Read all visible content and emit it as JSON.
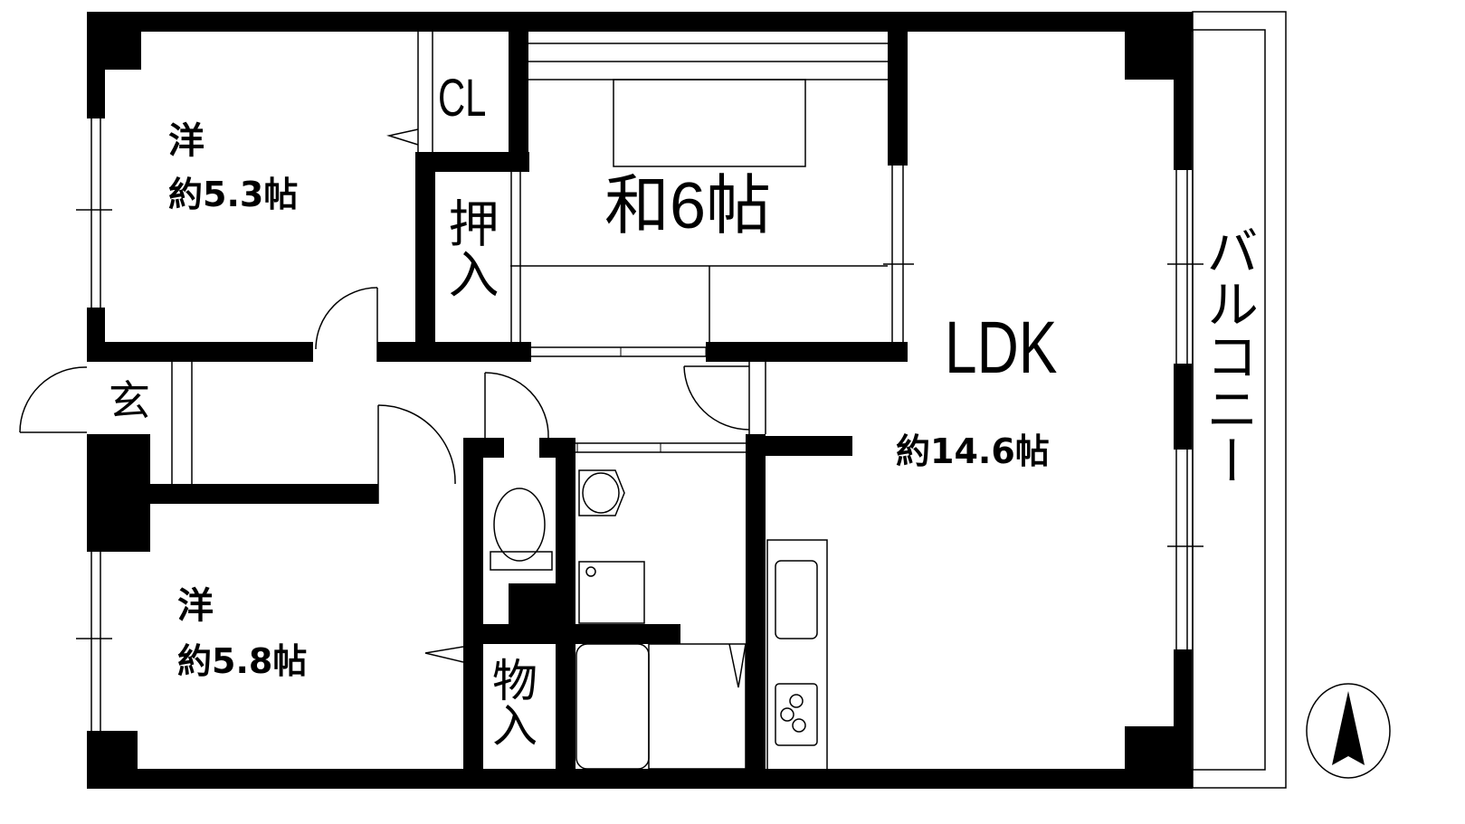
{
  "floor_plan": {
    "rooms": [
      {
        "id": "western-room-1",
        "type": "洋",
        "size": "約5.3帖"
      },
      {
        "id": "japanese-room",
        "label": "和6帖"
      },
      {
        "id": "ldk",
        "label": "LDK",
        "size": "約14.6帖"
      },
      {
        "id": "western-room-2",
        "type": "洋",
        "size": "約5.8帖"
      },
      {
        "id": "entrance",
        "label": "玄"
      },
      {
        "id": "closet",
        "label": "CL"
      },
      {
        "id": "oshiire",
        "label": "押入"
      },
      {
        "id": "storage",
        "label": "物入"
      },
      {
        "id": "balcony",
        "label": "バルコニー"
      }
    ],
    "fixtures": [
      "toilet",
      "washbasin",
      "washing-machine-pan",
      "bathtub",
      "kitchen-sink",
      "stove-3-burner"
    ],
    "compass": {
      "direction": "N",
      "symbol": "north-arrow"
    },
    "colors": {
      "wall": "#000000",
      "background": "#ffffff",
      "line": "#000000"
    }
  }
}
